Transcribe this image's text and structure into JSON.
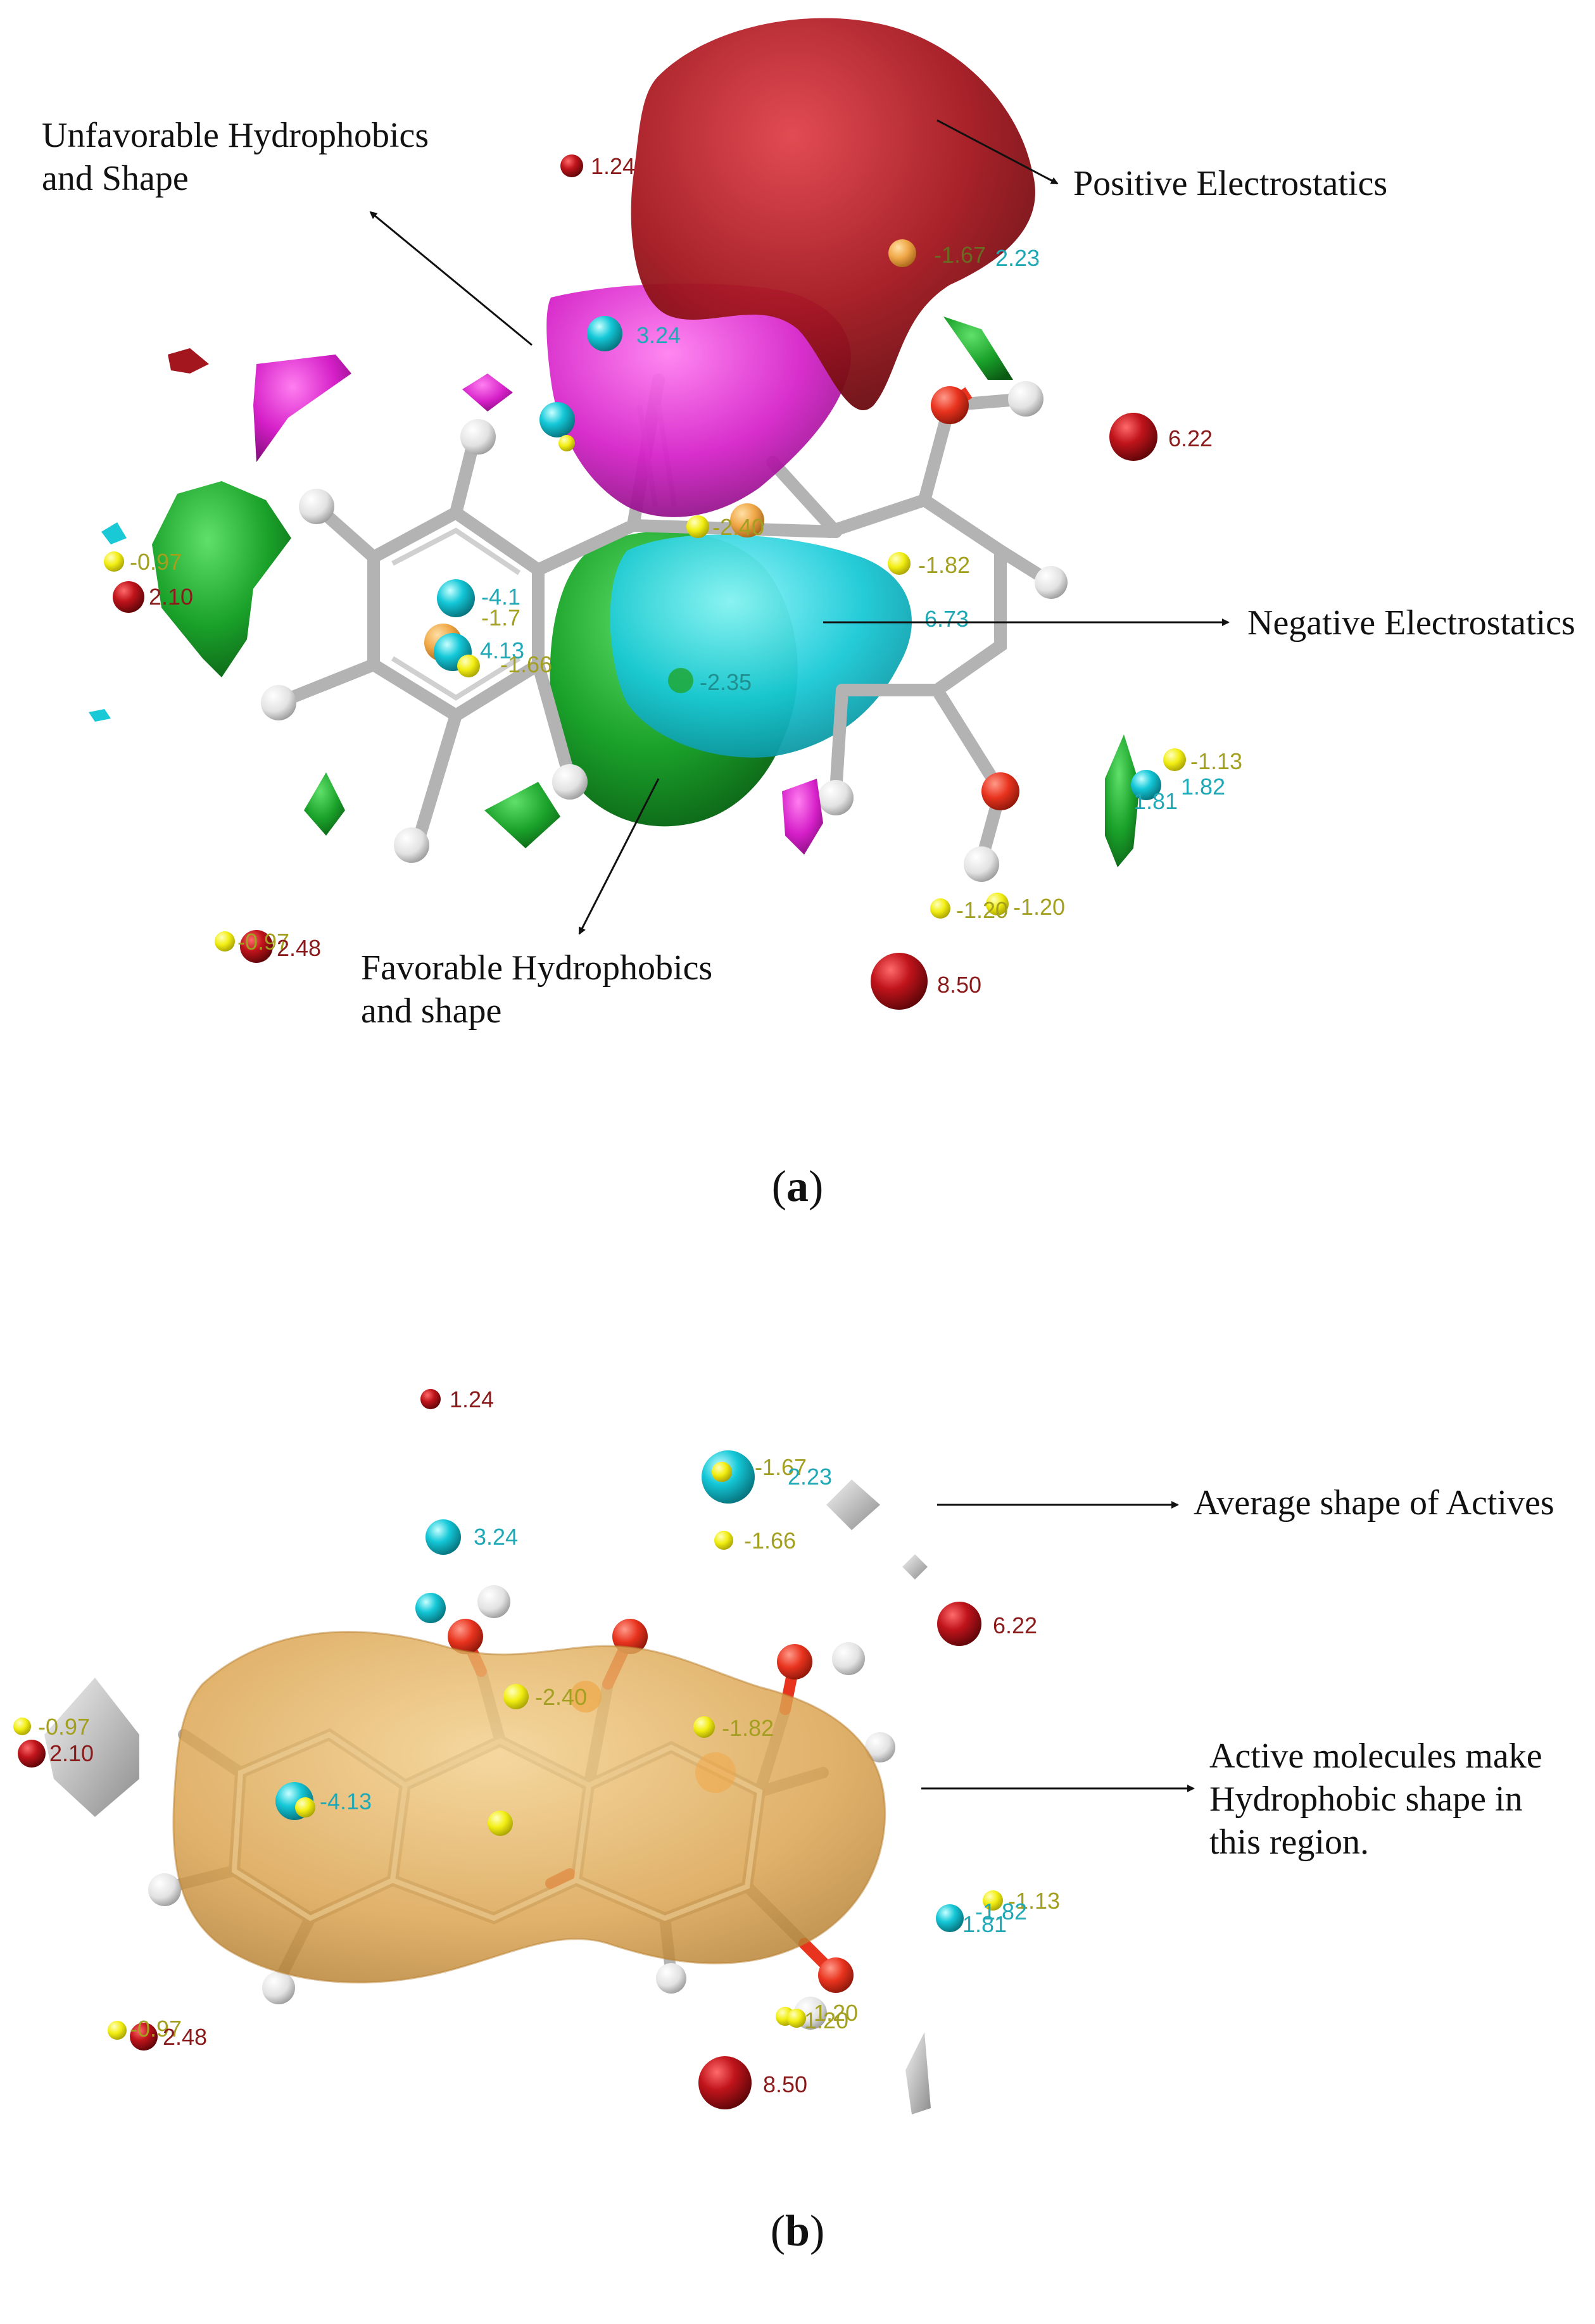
{
  "panel_a": {
    "label": "a",
    "callouts": {
      "unfavorable": "Unfavorable Hydrophobics\nand Shape",
      "positive": "Positive Electrostatics",
      "negative": "Negative Electrostatics",
      "favorable": "Favorable Hydrophobics\nand shape"
    },
    "values": [
      "1.24",
      "3.24",
      "-1.67",
      "2.23",
      "6.22",
      "-0.97",
      "2.10",
      "-4.1",
      "-1.7",
      "4.13",
      "-1.66",
      "-2.40",
      "-1.82",
      "6.73",
      "-2.35",
      "-1.13",
      "1.81",
      "1.82",
      "-1.20",
      "-1.20",
      "-0.97",
      "2.48",
      "8.50"
    ]
  },
  "panel_b": {
    "label": "b",
    "callouts": {
      "average": "Average shape of Actives",
      "active": "Active molecules make\nHydrophobic shape in\nthis region."
    },
    "values": [
      "1.24",
      "-1.67",
      "2.23",
      "3.24",
      "-1.66",
      "6.22",
      "-2.40",
      "-1.82",
      "-0.97",
      "2.10",
      "-4.13",
      "-1.13",
      "-1.82",
      "1.81",
      "1.20",
      "1.20",
      "-0.97",
      "2.48",
      "8.50"
    ]
  },
  "colors": {
    "positive_electrostatic": "#a3161e",
    "negative_electrostatic": "#19c9d6",
    "favorable_hydrophobic": "#1aa12a",
    "unfavorable_hydrophobic": "#d51fc8",
    "average_shape": "#d9a04a",
    "oxygen": "#e8331e",
    "carbon_bond": "#b8b8b8",
    "hydrogen": "#eeeeee"
  }
}
